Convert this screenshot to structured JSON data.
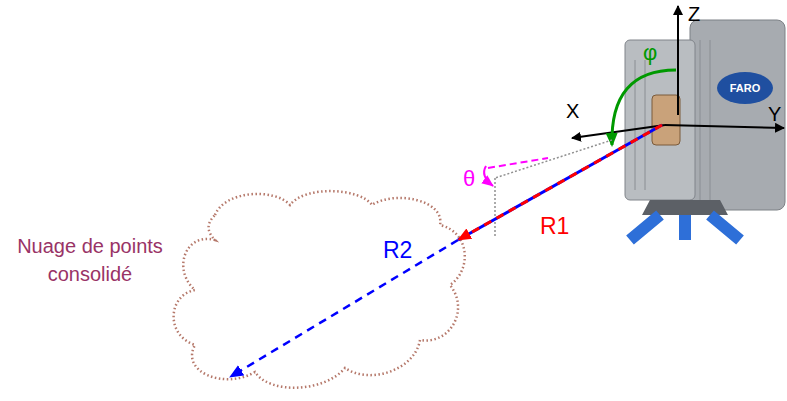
{
  "diagram": {
    "labels": [
      "Nuage de points consolidé",
      "R1",
      "R2",
      "θ",
      "φ",
      "Z",
      "X",
      "Y",
      "FARO"
    ]
  }
}
